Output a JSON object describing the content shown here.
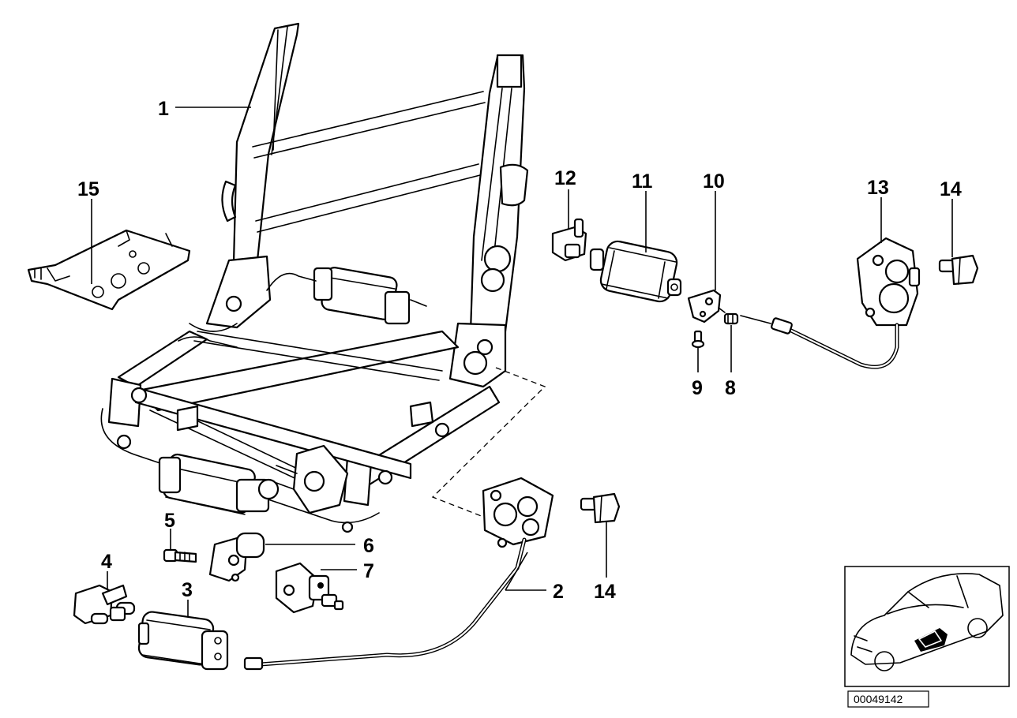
{
  "diagram_id": "00049142",
  "callouts": {
    "c1": "1",
    "c2": "2",
    "c3": "3",
    "c4": "4",
    "c5": "5",
    "c6": "6",
    "c7": "7",
    "c8": "8",
    "c9": "9",
    "c10": "10",
    "c11": "11",
    "c12": "12",
    "c13": "13",
    "c14a": "14",
    "c14b": "14",
    "c15": "15"
  }
}
